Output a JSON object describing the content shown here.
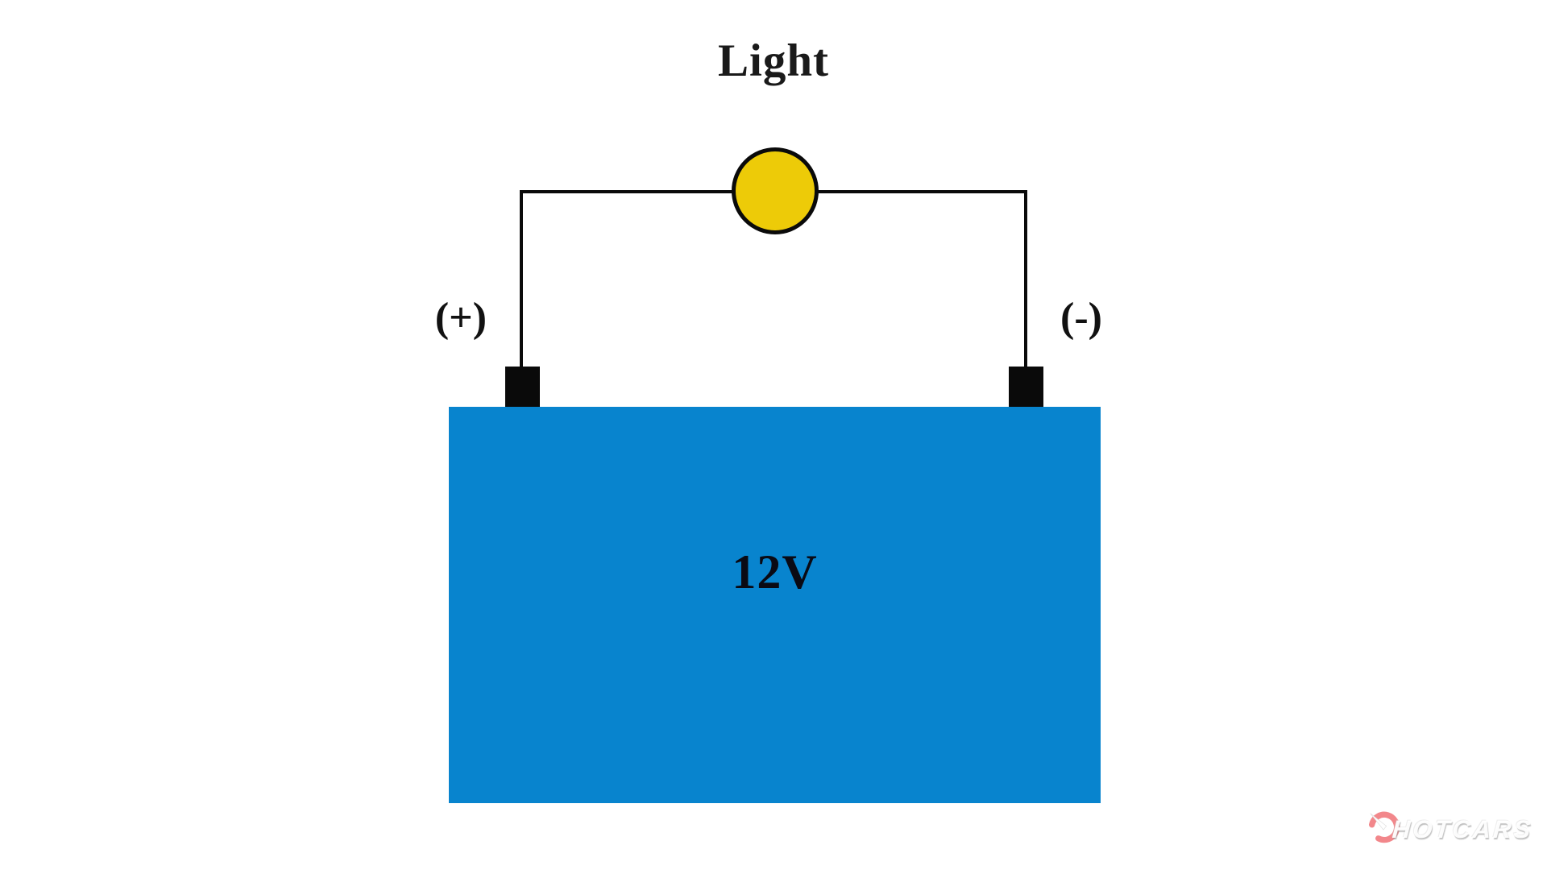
{
  "diagram": {
    "title": "Light",
    "labels": {
      "positive": "(+)",
      "negative": "(-)",
      "battery_voltage": "12V"
    },
    "icons": {
      "bulb": "light-bulb-icon",
      "watermark_gauge": "speedometer-icon"
    },
    "colors": {
      "battery_blue": "#0884CE",
      "bulb_yellow": "#EDCB08",
      "wire_black": "#0A0A0A",
      "watermark_red": "#EE5D62"
    }
  },
  "watermark": {
    "brand": "HotCars"
  }
}
